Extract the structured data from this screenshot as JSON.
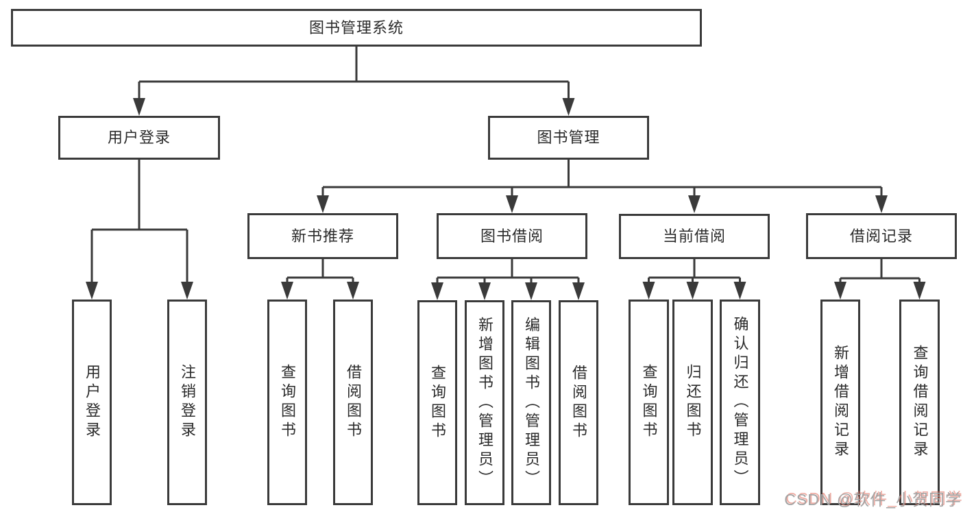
{
  "diagram": {
    "title": "图书管理系统",
    "root": {
      "label": "图书管理系统",
      "children": [
        {
          "label": "用户登录",
          "children": [
            {
              "label": "用户登录"
            },
            {
              "label": "注销登录"
            }
          ]
        },
        {
          "label": "图书管理",
          "children": [
            {
              "label": "新书推荐",
              "children": [
                {
                  "label": "查询图书"
                },
                {
                  "label": "借阅图书"
                }
              ]
            },
            {
              "label": "图书借阅",
              "children": [
                {
                  "label": "查询图书"
                },
                {
                  "label": "新增图书（管理员）"
                },
                {
                  "label": "编辑图书（管理员）"
                },
                {
                  "label": "借阅图书"
                }
              ]
            },
            {
              "label": "当前借阅",
              "children": [
                {
                  "label": "查询图书"
                },
                {
                  "label": "归还图书"
                },
                {
                  "label": "确认归还（管理员）"
                }
              ]
            },
            {
              "label": "借阅记录",
              "children": [
                {
                  "label": "新增借阅记录"
                },
                {
                  "label": "查询借阅记录"
                }
              ]
            }
          ]
        }
      ]
    }
  },
  "watermark": {
    "text": "CSDN @软件_小贺同学"
  },
  "colors": {
    "line": "#3a3a3a",
    "box_border": "#3a3a3a",
    "text": "#2a2a2a",
    "background": "#ffffff",
    "watermark_gray": "#a3a3a3",
    "watermark_red": "#e06a5a"
  }
}
